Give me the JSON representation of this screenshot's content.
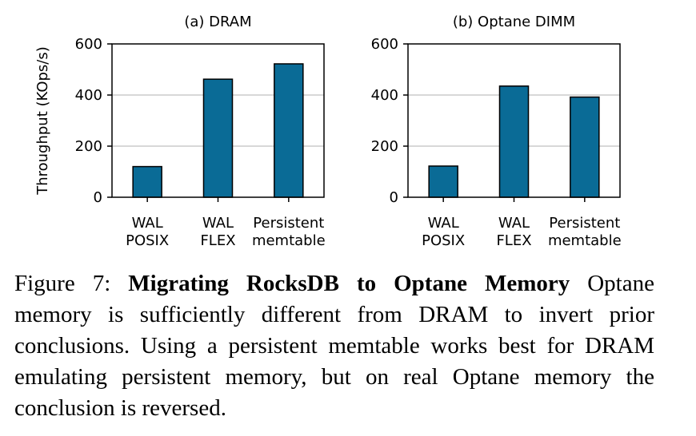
{
  "chart_data": [
    {
      "type": "bar",
      "title": "(a) DRAM",
      "ylabel": "Throughput (KOps/s)",
      "categories": [
        [
          "WAL",
          "POSIX"
        ],
        [
          "WAL",
          "FLEX"
        ],
        [
          "Persistent",
          "memtable"
        ]
      ],
      "values": [
        120,
        462,
        522
      ],
      "yticks": [
        0,
        200,
        400,
        600
      ],
      "ylim": [
        0,
        600
      ],
      "grid": true,
      "bar_color": "#0a6b96"
    },
    {
      "type": "bar",
      "title": "(b) Optane DIMM",
      "ylabel": "",
      "categories": [
        [
          "WAL",
          "POSIX"
        ],
        [
          "WAL",
          "FLEX"
        ],
        [
          "Persistent",
          "memtable"
        ]
      ],
      "values": [
        122,
        435,
        392
      ],
      "yticks": [
        0,
        200,
        400,
        600
      ],
      "ylim": [
        0,
        600
      ],
      "grid": true,
      "bar_color": "#0a6b96"
    }
  ],
  "caption": {
    "prefix": "Figure 7: ",
    "bold": "Migrating RocksDB to Optane Memory",
    "text": " Optane memory is sufficiently different from DRAM to invert prior conclusions. Using a persistent memtable works best for DRAM emulating persistent memory, but on real Optane memory the conclusion is reversed."
  }
}
